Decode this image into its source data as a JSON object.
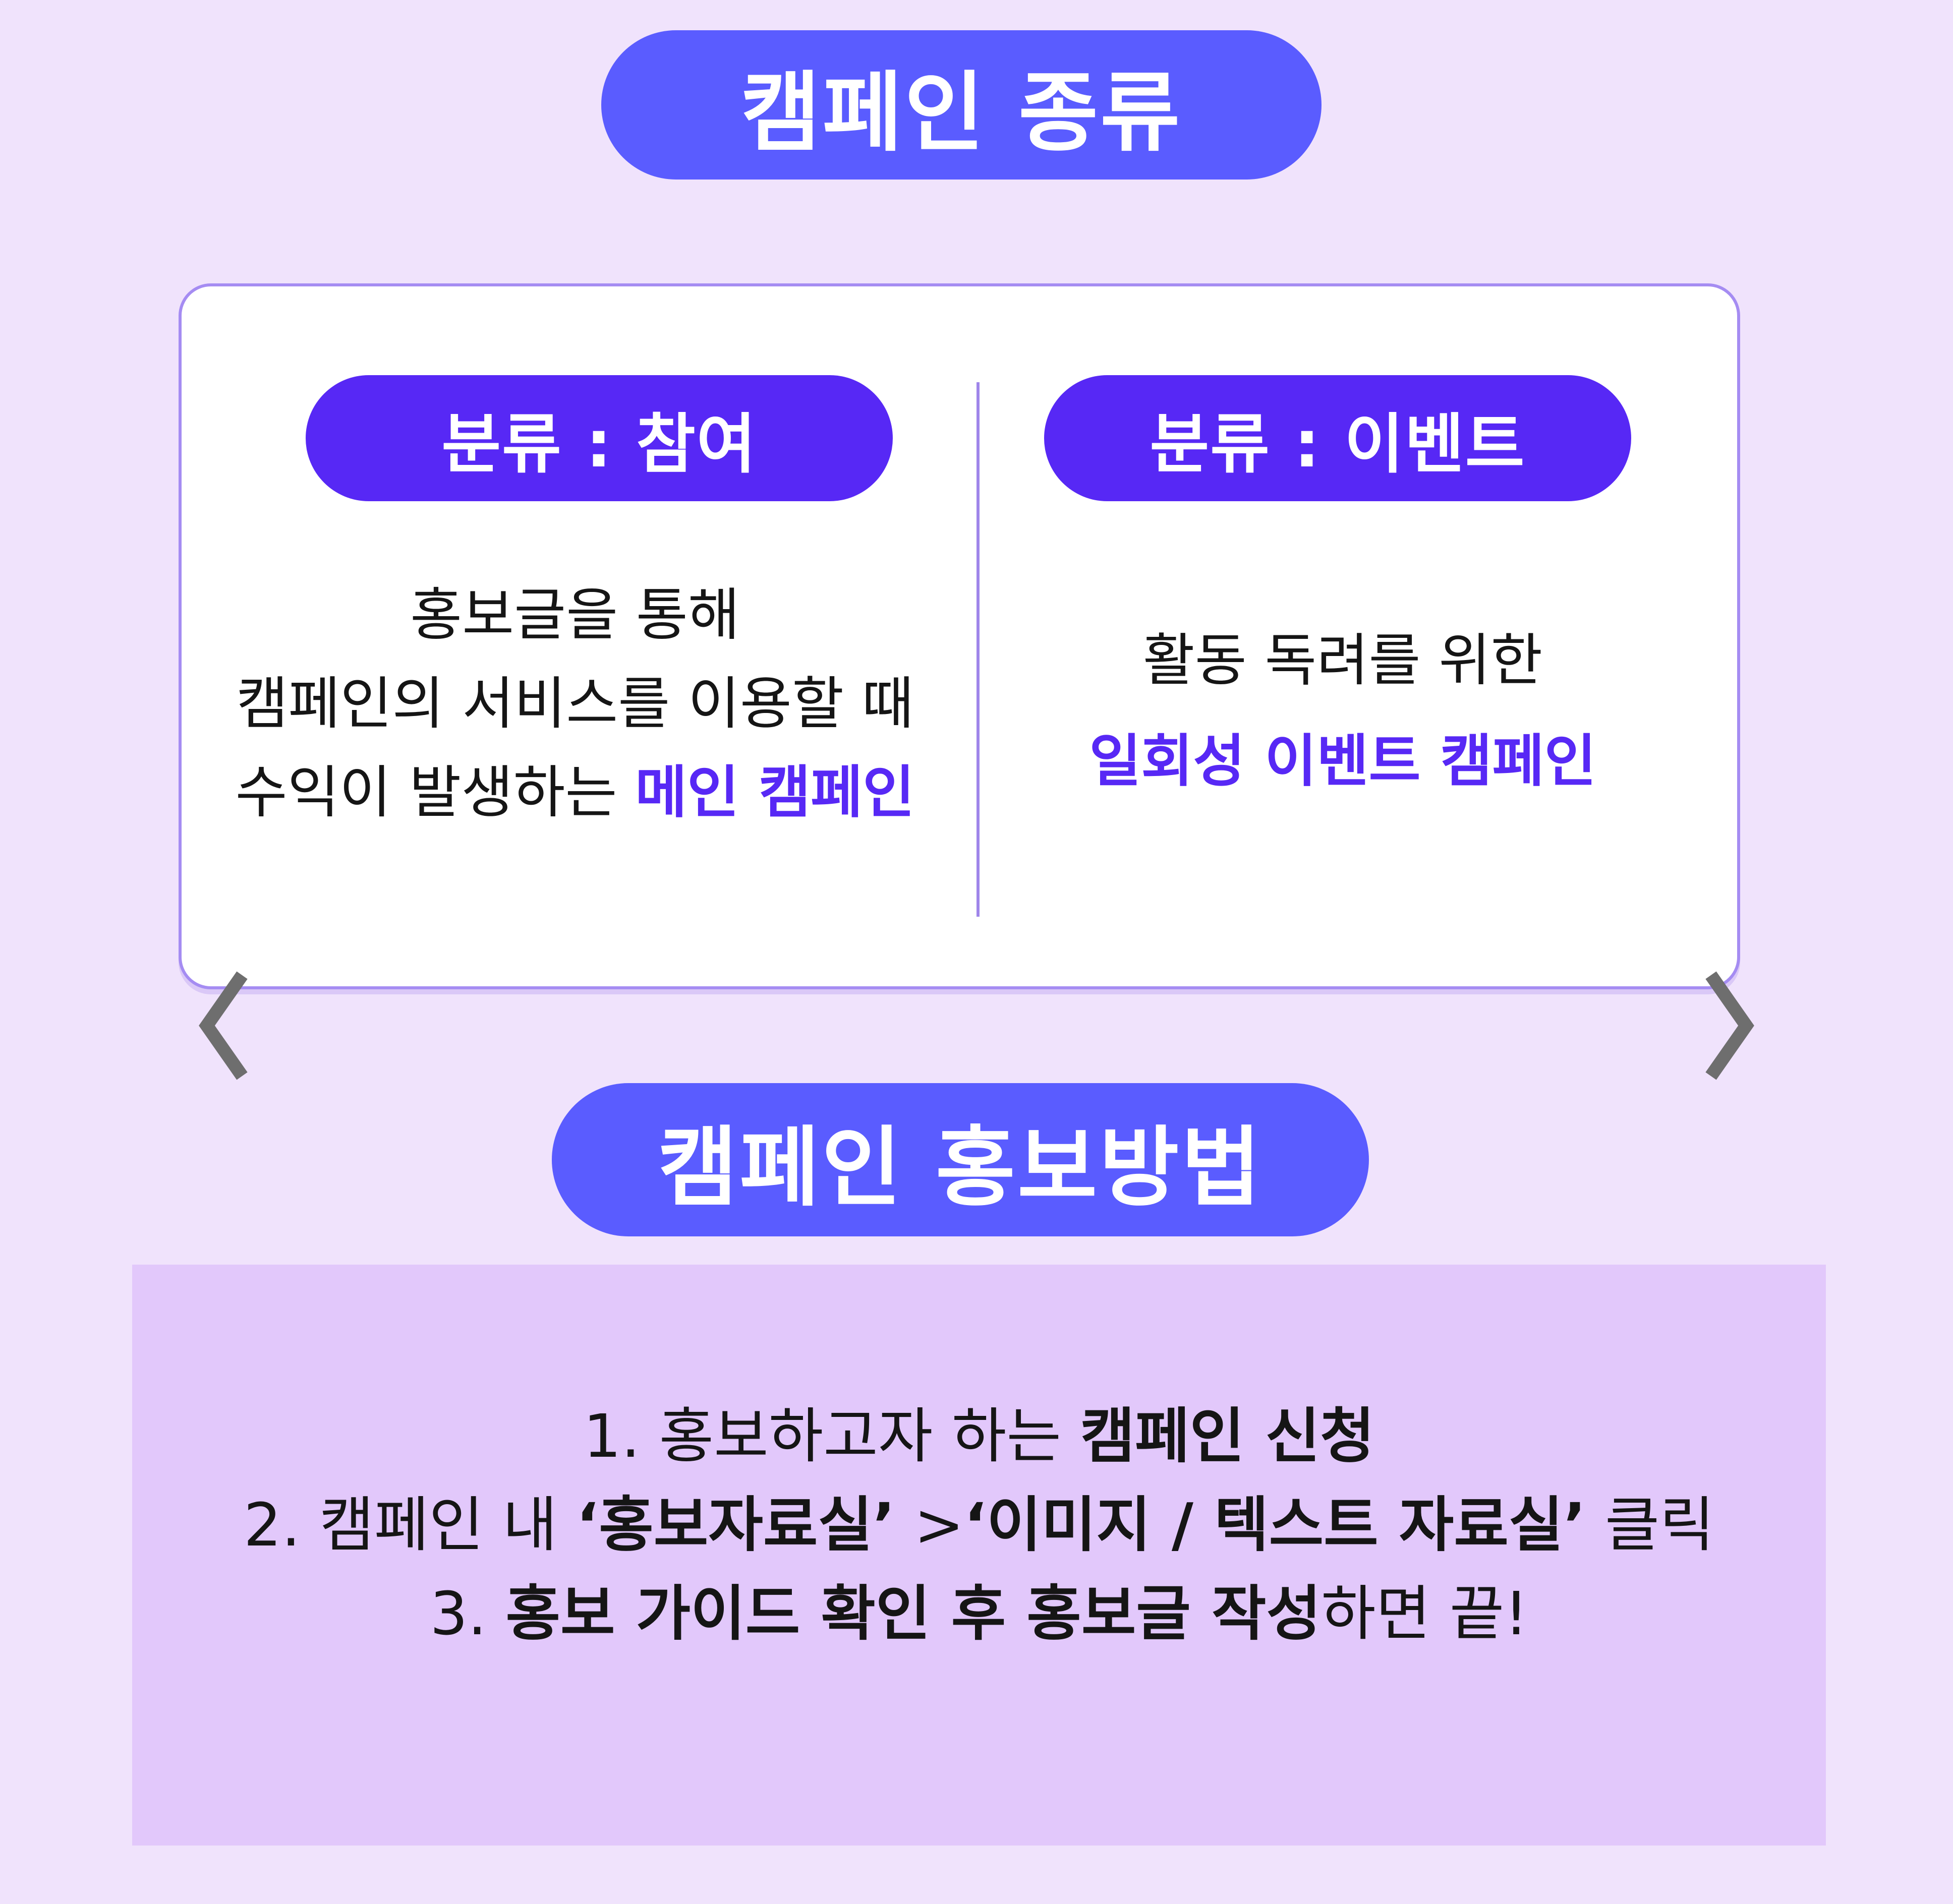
{
  "section_types": {
    "title": "캠페인 종류"
  },
  "participation": {
    "label": "분류 : 참여",
    "line1": "홍보글을 통해",
    "line2": "캠페인의 서비스를 이용할 때",
    "line3_pre": "수익이 발생하는 ",
    "line3_highlight": "메인 캠페인"
  },
  "event": {
    "label": "분류 : 이벤트",
    "line1": "활동 독려를 위한",
    "line2_highlight": "일회성 이벤트 캠페인"
  },
  "section_promo": {
    "title": "캠페인 홍보방법"
  },
  "steps": {
    "s1_pre": "1. 홍보하고자 하는 ",
    "s1_bold": "캠페인 신청",
    "s2_pre": "2.  캠페인 내 ",
    "s2_bold1": "‘홍보자료실’",
    "s2_mid": " >",
    "s2_bold2": "‘이미지 / 텍스트 자료실’",
    "s2_post": " 클릭",
    "s3_pre": "3. ",
    "s3_bold1": "홍보 가이드 확인 후 홍보글 작성",
    "s3_post": "하면 끝!"
  },
  "colors": {
    "background": "#f0e3fc",
    "title_pill": "#5a5cff",
    "sub_pill": "#5728f5",
    "highlight": "#5728f5",
    "steps_box": "#e2c8fb"
  },
  "icons": {
    "prev": "chevron-left-icon",
    "next": "chevron-right-icon"
  }
}
